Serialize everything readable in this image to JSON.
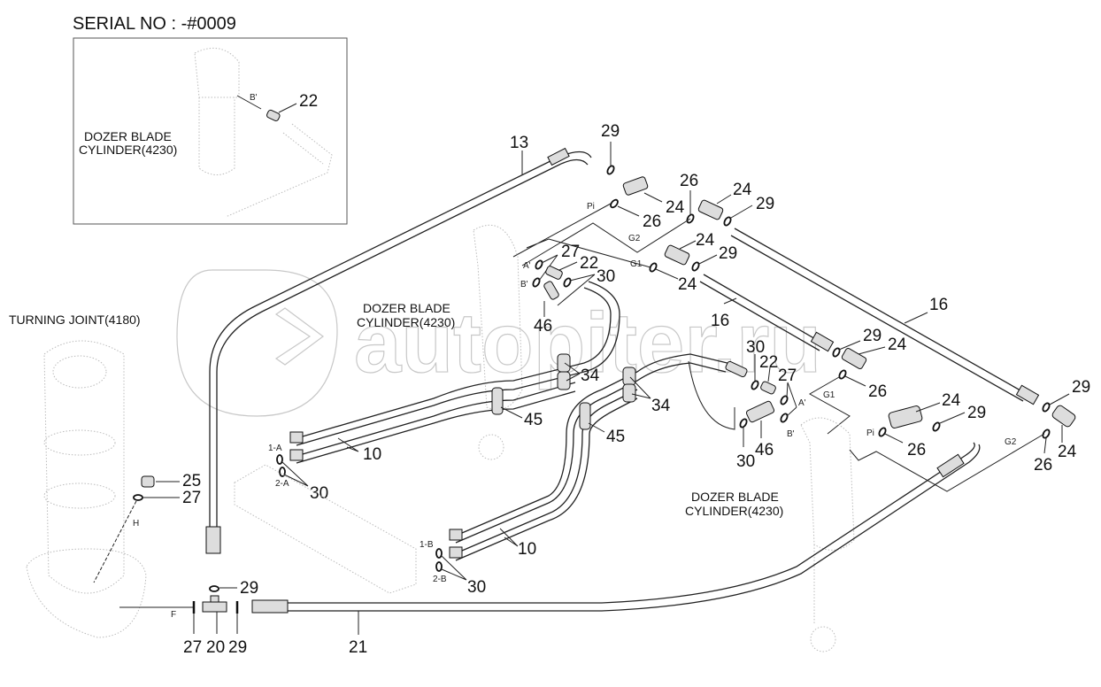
{
  "serial": "SERIAL NO : -#0009",
  "watermark": "autopiter.ru",
  "captions": {
    "inset_cylinder_1": "DOZER BLADE",
    "inset_cylinder_2": "CYLINDER(4230)",
    "turning_joint": "TURNING JOINT(4180)",
    "mid_cylinder_1": "DOZER BLADE",
    "mid_cylinder_2": "CYLINDER(4230)",
    "right_cylinder_1": "DOZER BLADE",
    "right_cylinder_2": "CYLINDER(4230)"
  },
  "ports": {
    "inset_b": "B'",
    "pi_1": "Pi",
    "g2_1": "G2",
    "g1_1": "G1",
    "a_1": "A'",
    "b_1": "B'",
    "g1_2": "G1",
    "a_2": "A'",
    "b_2": "B'",
    "pi_2": "Pi",
    "g2_2": "G2",
    "p1a": "1-A",
    "p2a": "2-A",
    "p1b": "1-B",
    "p2b": "2-B",
    "h": "H",
    "f": "F"
  },
  "callouts": [
    {
      "id": "inset-22",
      "label": "22"
    },
    {
      "id": "c13",
      "label": "13"
    },
    {
      "id": "c29a",
      "label": "29"
    },
    {
      "id": "c26a",
      "label": "26"
    },
    {
      "id": "c24a",
      "label": "24"
    },
    {
      "id": "c26b",
      "label": "26"
    },
    {
      "id": "c24b",
      "label": "24"
    },
    {
      "id": "c29b",
      "label": "29"
    },
    {
      "id": "c24c",
      "label": "24"
    },
    {
      "id": "c29c",
      "label": "29"
    },
    {
      "id": "c24d",
      "label": "24"
    },
    {
      "id": "c27a",
      "label": "27"
    },
    {
      "id": "c22a",
      "label": "22"
    },
    {
      "id": "c30a",
      "label": "30"
    },
    {
      "id": "c46a",
      "label": "46"
    },
    {
      "id": "c16a",
      "label": "16"
    },
    {
      "id": "c16b",
      "label": "16"
    },
    {
      "id": "c34a",
      "label": "34"
    },
    {
      "id": "c45a",
      "label": "45"
    },
    {
      "id": "c30b",
      "label": "30"
    },
    {
      "id": "c22b",
      "label": "22"
    },
    {
      "id": "c27b",
      "label": "27"
    },
    {
      "id": "c29d",
      "label": "29"
    },
    {
      "id": "c24e",
      "label": "24"
    },
    {
      "id": "c26c",
      "label": "26"
    },
    {
      "id": "c34b",
      "label": "34"
    },
    {
      "id": "c45b",
      "label": "45"
    },
    {
      "id": "c30c",
      "label": "30"
    },
    {
      "id": "c46b",
      "label": "46"
    },
    {
      "id": "c24f",
      "label": "24"
    },
    {
      "id": "c29e",
      "label": "29"
    },
    {
      "id": "c26d",
      "label": "26"
    },
    {
      "id": "c29f",
      "label": "29"
    },
    {
      "id": "c26e",
      "label": "26"
    },
    {
      "id": "c24g",
      "label": "24"
    },
    {
      "id": "c10a",
      "label": "10"
    },
    {
      "id": "c30d",
      "label": "30"
    },
    {
      "id": "c10b",
      "label": "10"
    },
    {
      "id": "c30e",
      "label": "30"
    },
    {
      "id": "c25",
      "label": "25"
    },
    {
      "id": "c27c",
      "label": "27"
    },
    {
      "id": "c29g",
      "label": "29"
    },
    {
      "id": "c27d",
      "label": "27"
    },
    {
      "id": "c20",
      "label": "20"
    },
    {
      "id": "c29h",
      "label": "29"
    },
    {
      "id": "c21",
      "label": "21"
    }
  ]
}
